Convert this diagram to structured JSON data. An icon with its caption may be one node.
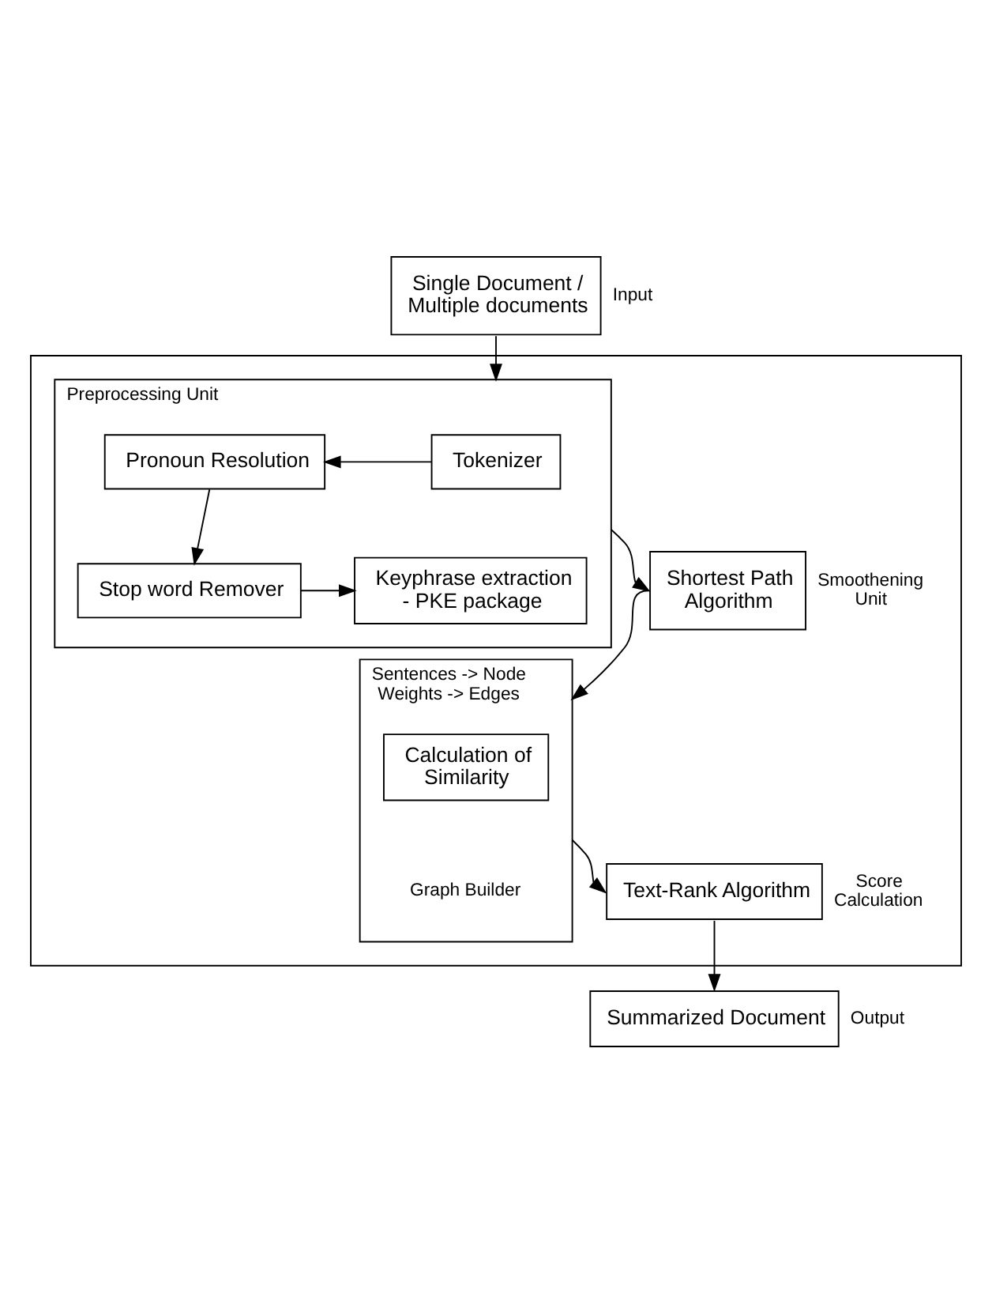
{
  "diagram": {
    "nodes": [
      {
        "text": [
          "Single Document / Multiple documents"
        ],
        "beside": [
          "Input"
        ]
      },
      {
        "text": [],
        "shape": "box"
      },
      {
        "text": [
          "Preprocessing Unit"
        ],
        "in": 1
      },
      {
        "text": [
          "Tokenizer"
        ],
        "in": 2
      },
      {
        "text": [
          "Pronoun Resolution"
        ],
        "in": 2
      },
      {
        "text": [
          "Keyphrase extraction - PKE package"
        ],
        "in": 2
      },
      {
        "text": [
          "Stop word Remover"
        ],
        "in": 2
      },
      {
        "text": [
          "Shortest Path Algorithm"
        ],
        "in": 1,
        "beside": [
          "Smoothening Unit"
        ]
      },
      {
        "text": [
          "Sentences -> Node Weights -> Edges"
        ],
        "in": 1,
        "beside": [
          "Graph Builder"
        ]
      },
      {
        "text": [
          "Calculation of Similarity"
        ],
        "in": 8
      },
      {
        "text": [
          "Text-Rank Algorithm"
        ],
        "in": 1,
        "beside": [
          "Score Calculation"
        ]
      },
      {
        "text": [
          "Summarized Document"
        ],
        "beside": [
          "Output"
        ]
      }
    ],
    "edges": [
      {
        "from": 0,
        "to": 2,
        "arrow": "to"
      },
      {
        "from": 3,
        "to": 4,
        "arrow": "to"
      },
      {
        "from": 4,
        "to": 6,
        "arrow": "to"
      },
      {
        "from": 6,
        "to": 5,
        "arrow": "to"
      },
      {
        "from": 2,
        "to": 7,
        "arrow": "to"
      },
      {
        "from": 7,
        "to": 8,
        "arrow": "to"
      },
      {
        "from": 8,
        "to": 10,
        "arrow": "to"
      },
      {
        "from": 10,
        "to": 11,
        "arrow": "to"
      }
    ]
  }
}
